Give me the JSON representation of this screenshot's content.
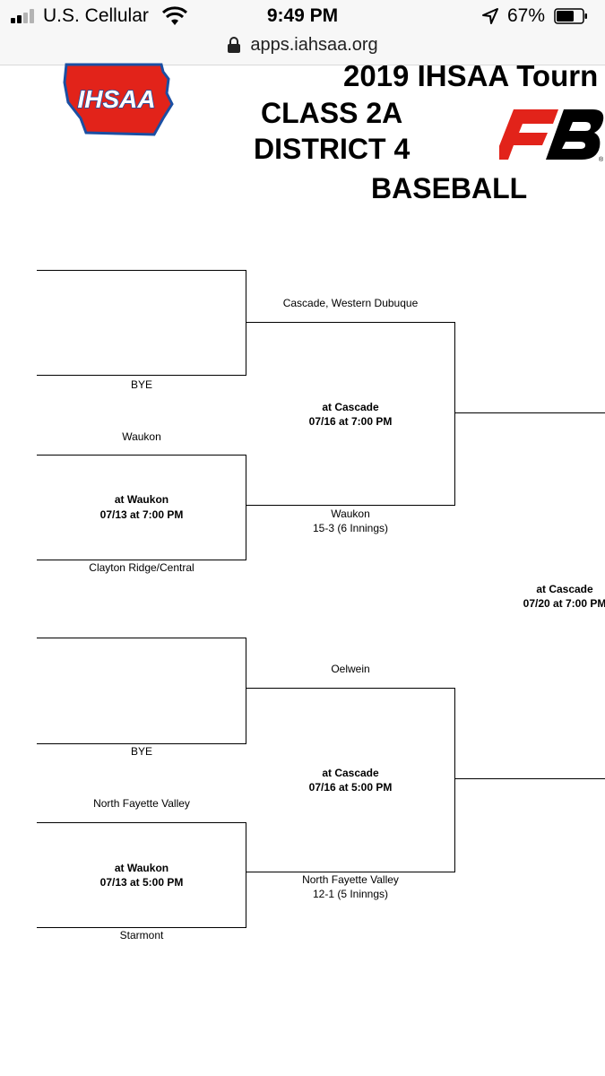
{
  "status_bar": {
    "carrier": "U.S. Cellular",
    "time": "9:49 PM",
    "battery": "67%",
    "battery_level": 0.67,
    "signal_bars_filled": 2,
    "signal_bars_total": 4,
    "icons": [
      "wifi-icon",
      "location-arrow-icon",
      "battery-icon"
    ]
  },
  "browser": {
    "url": "apps.iahsaa.org",
    "icon": "lock-icon"
  },
  "header": {
    "title": "2019 IHSAA Tourn",
    "class": "CLASS 2A",
    "district": "DISTRICT 4",
    "sport": "BASEBALL",
    "logo_text": "IHSAA",
    "colors": {
      "ihsaa_red": "#e2231a",
      "ihsaa_blue": "#1b4fa3",
      "fb_red": "#e2231a"
    }
  },
  "bracket": {
    "r1": [
      {
        "slot": "BYE"
      },
      {
        "top": "Waukon",
        "site": "at Waukon",
        "date": "07/13 at 7:00 PM",
        "bottom": "Clayton Ridge/Central"
      },
      {
        "slot": "BYE"
      },
      {
        "top": "North Fayette Valley",
        "site": "at Waukon",
        "date": "07/13 at 5:00 PM",
        "bottom": "Starmont"
      }
    ],
    "r2": [
      {
        "top": "Cascade, Western Dubuque",
        "site": "at Cascade",
        "date": "07/16 at 7:00 PM",
        "bottom": "Waukon",
        "score": "15-3 (6 Innings)"
      },
      {
        "top": "Oelwein",
        "site": "at Cascade",
        "date": "07/16 at 5:00 PM",
        "bottom": "North Fayette Valley",
        "score": "12-1 (5 Ininngs)"
      }
    ],
    "final": {
      "site": "at Cascade",
      "date": "07/20 at 7:00 PM"
    }
  }
}
